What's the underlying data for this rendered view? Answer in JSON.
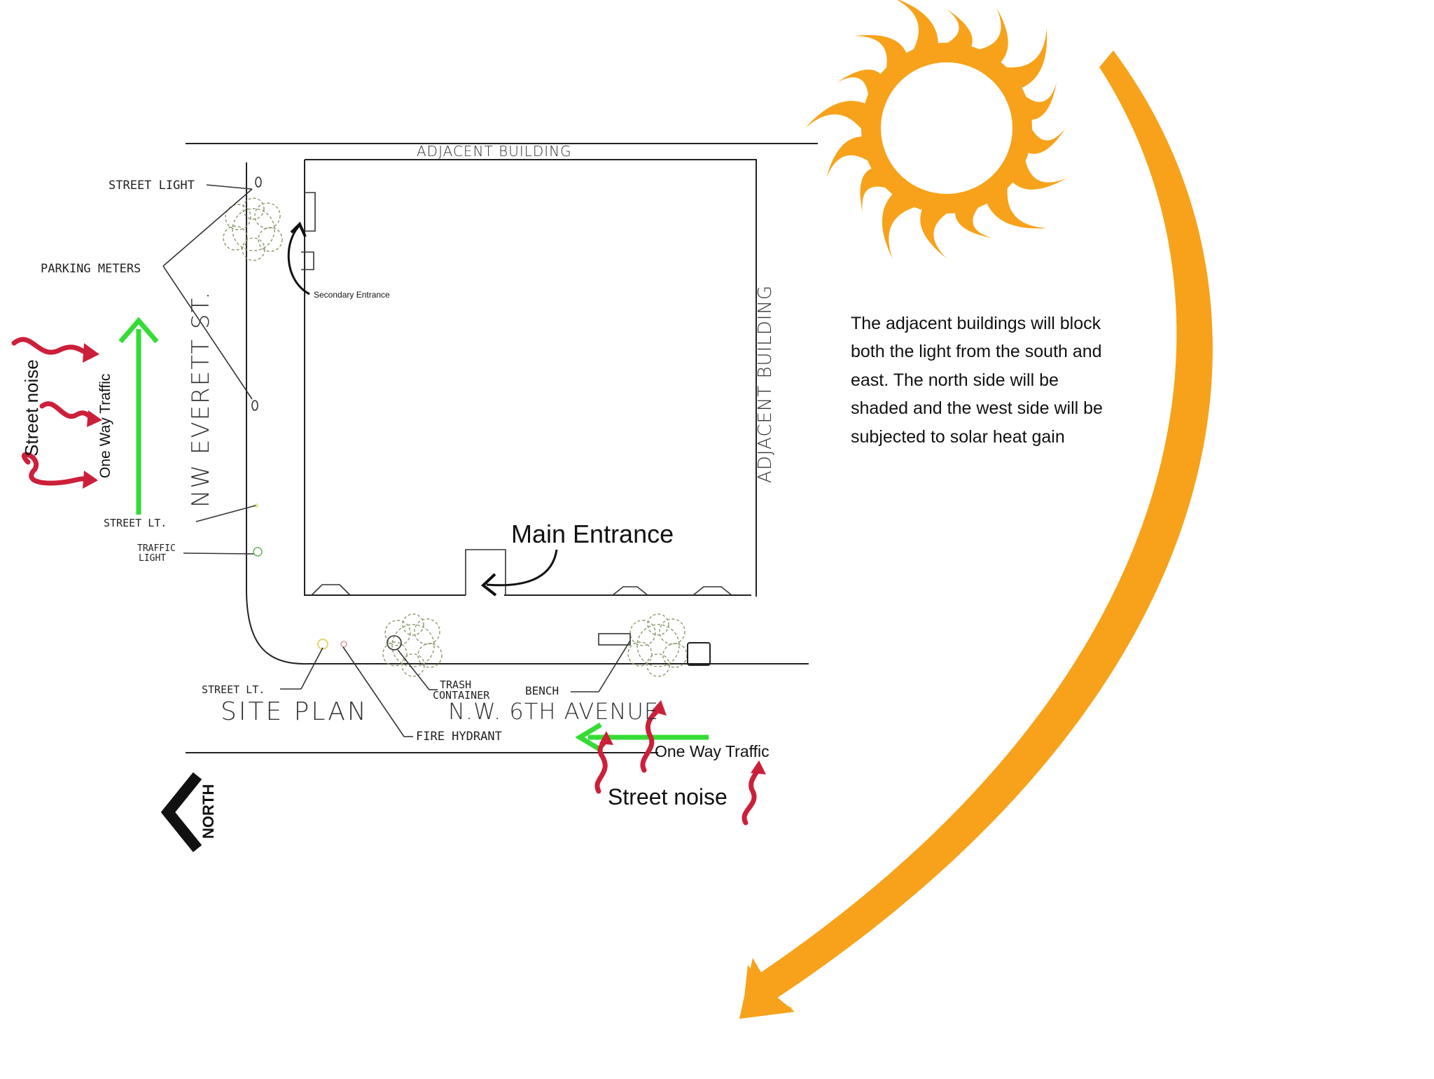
{
  "labels": {
    "adjacent_building_top": "ADJACENT BUILDING",
    "adjacent_building_right": "ADJACENT BUILDING",
    "street_light": "STREET LIGHT",
    "parking_meters": "PARKING METERS",
    "secondary_entrance": "Secondary Entrance",
    "nw_everett": "NW EVERETT ST.",
    "street_lt_left": "STREET LT.",
    "traffic_light_line1": "TRAFFIC",
    "traffic_light_line2": "LIGHT",
    "main_entrance": "Main Entrance",
    "street_lt_bottom": "STREET LT.",
    "site_plan": "SITE PLAN",
    "trash_line1": "TRASH",
    "trash_line2": "CONTAINER",
    "bench": "BENCH",
    "nw_6th": "N.W. 6TH AVENUE",
    "fire_hydrant": "FIRE HYDRANT",
    "one_way_left": "One Way Traffic",
    "street_noise_left": "Street noise",
    "one_way_bottom": "One Way Traffic",
    "street_noise_bottom": "Street noise",
    "north": "NORTH"
  },
  "description": {
    "line1": "The adjacent buildings will block",
    "line2": "both the light from the south and",
    "line3": "east.  The north side will be",
    "line4": "shaded and the west side will be",
    "line5": "subjected to solar heat gain"
  },
  "colors": {
    "sun": "#f7a21a",
    "traffic_arrow": "#33dd33",
    "noise_arrow": "#cc1f3a",
    "tree": "#8a9a6a"
  },
  "icons": [
    "sun-icon",
    "tree-icon",
    "north-arrow-icon",
    "street-light-icon",
    "fire-hydrant-icon",
    "traffic-light-icon"
  ]
}
